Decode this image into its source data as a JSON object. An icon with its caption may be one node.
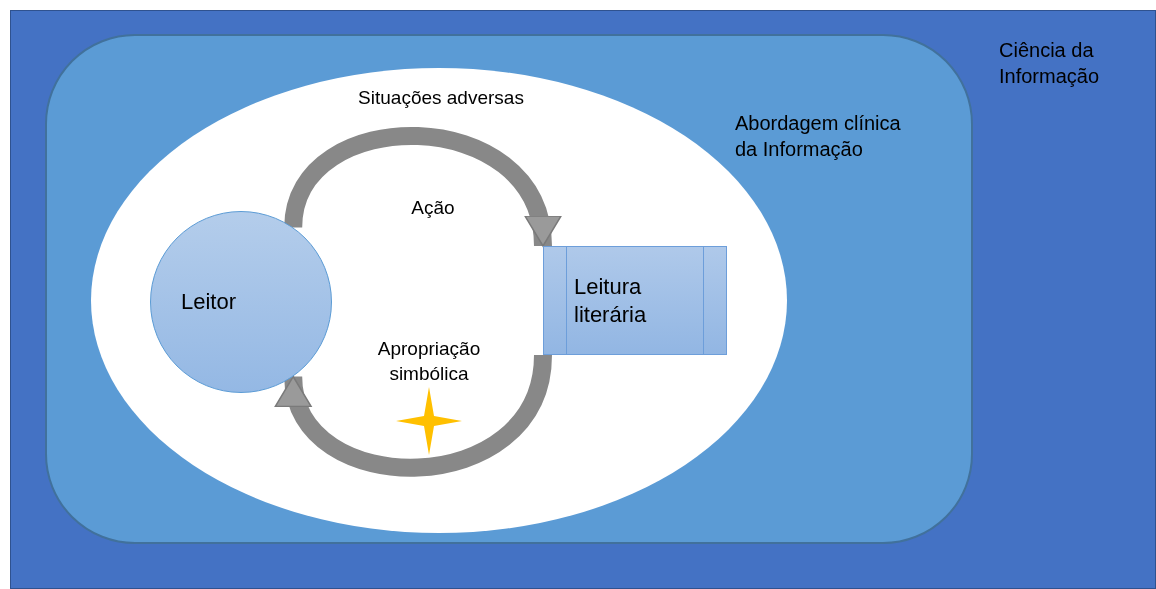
{
  "diagram": {
    "nodes": [
      {
        "text": [
          "Ciência da Informação"
        ]
      },
      {
        "text": [
          "Abordagem clínica da Informação"
        ],
        "in": 0
      },
      {
        "text": [
          "Situações adversas"
        ],
        "in": 1
      },
      {
        "text": [
          "Leitor"
        ],
        "in": 2
      },
      {
        "text": [
          "Leitura literária"
        ],
        "in": 2
      }
    ],
    "edges": [
      {
        "from": 3,
        "to": 4,
        "arrow": "to",
        "label": "Ação"
      },
      {
        "from": 4,
        "to": 3,
        "arrow": "to",
        "label": "Apropriação simbólica"
      }
    ]
  }
}
